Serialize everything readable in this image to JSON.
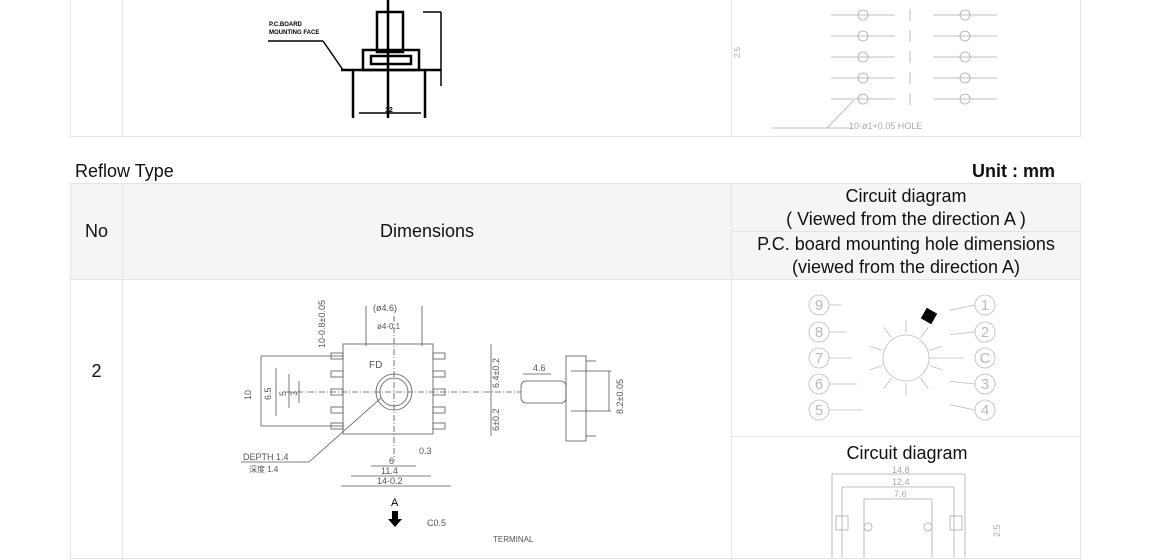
{
  "top_row": {
    "dimension_labels": {
      "pcb": "P.C.BOARD",
      "mount": "MOUNTING FACE",
      "bottom": "12"
    },
    "hole_labels": {
      "pitch": "2.5",
      "hole": "10-ø1+0.05 HOLE"
    }
  },
  "section_title": "Reflow Type",
  "unit_label": "Unit : mm",
  "table_header": {
    "no": "No",
    "dimensions": "Dimensions",
    "circuit_line1": "Circuit diagram",
    "circuit_line2": "( Viewed from the direction A )",
    "pcb_line1": "P.C. board mounting hole dimensions",
    "pcb_line2": "(viewed from the direction A)"
  },
  "rows": [
    {
      "no": "2",
      "drawing_labels": {
        "d46": "(ø4.6)",
        "d4": "ø4-0.1",
        "lead": "10-0.8±0.05",
        "fd": "FD",
        "h10": "10",
        "h65": "6.5",
        "h5": "5",
        "h3": "3",
        "v64": "6.4±0.2",
        "v6": "6±0.2",
        "w03": "0.3",
        "w6": "6",
        "w114": "11.4",
        "w14": "14-0.2",
        "depth": "DEPTH 1.4",
        "depth_cn": "深度 1.4",
        "side46": "4.6",
        "side82": "8.2±0.05",
        "arrow_a": "A",
        "c05": "C0.5",
        "terminal": "TERMINAL"
      },
      "circuit_pins": {
        "p9": "9",
        "p8": "8",
        "p7": "7",
        "p6": "6",
        "p5": "5",
        "p1": "1",
        "p2": "2",
        "pc": "C",
        "p3": "3",
        "p4": "4"
      },
      "circuit_diagram_label": "Circuit diagram",
      "pcb_dims": {
        "a": "14.8",
        "b": "12.4",
        "c": "7.6",
        "d": "2.5"
      }
    }
  ]
}
